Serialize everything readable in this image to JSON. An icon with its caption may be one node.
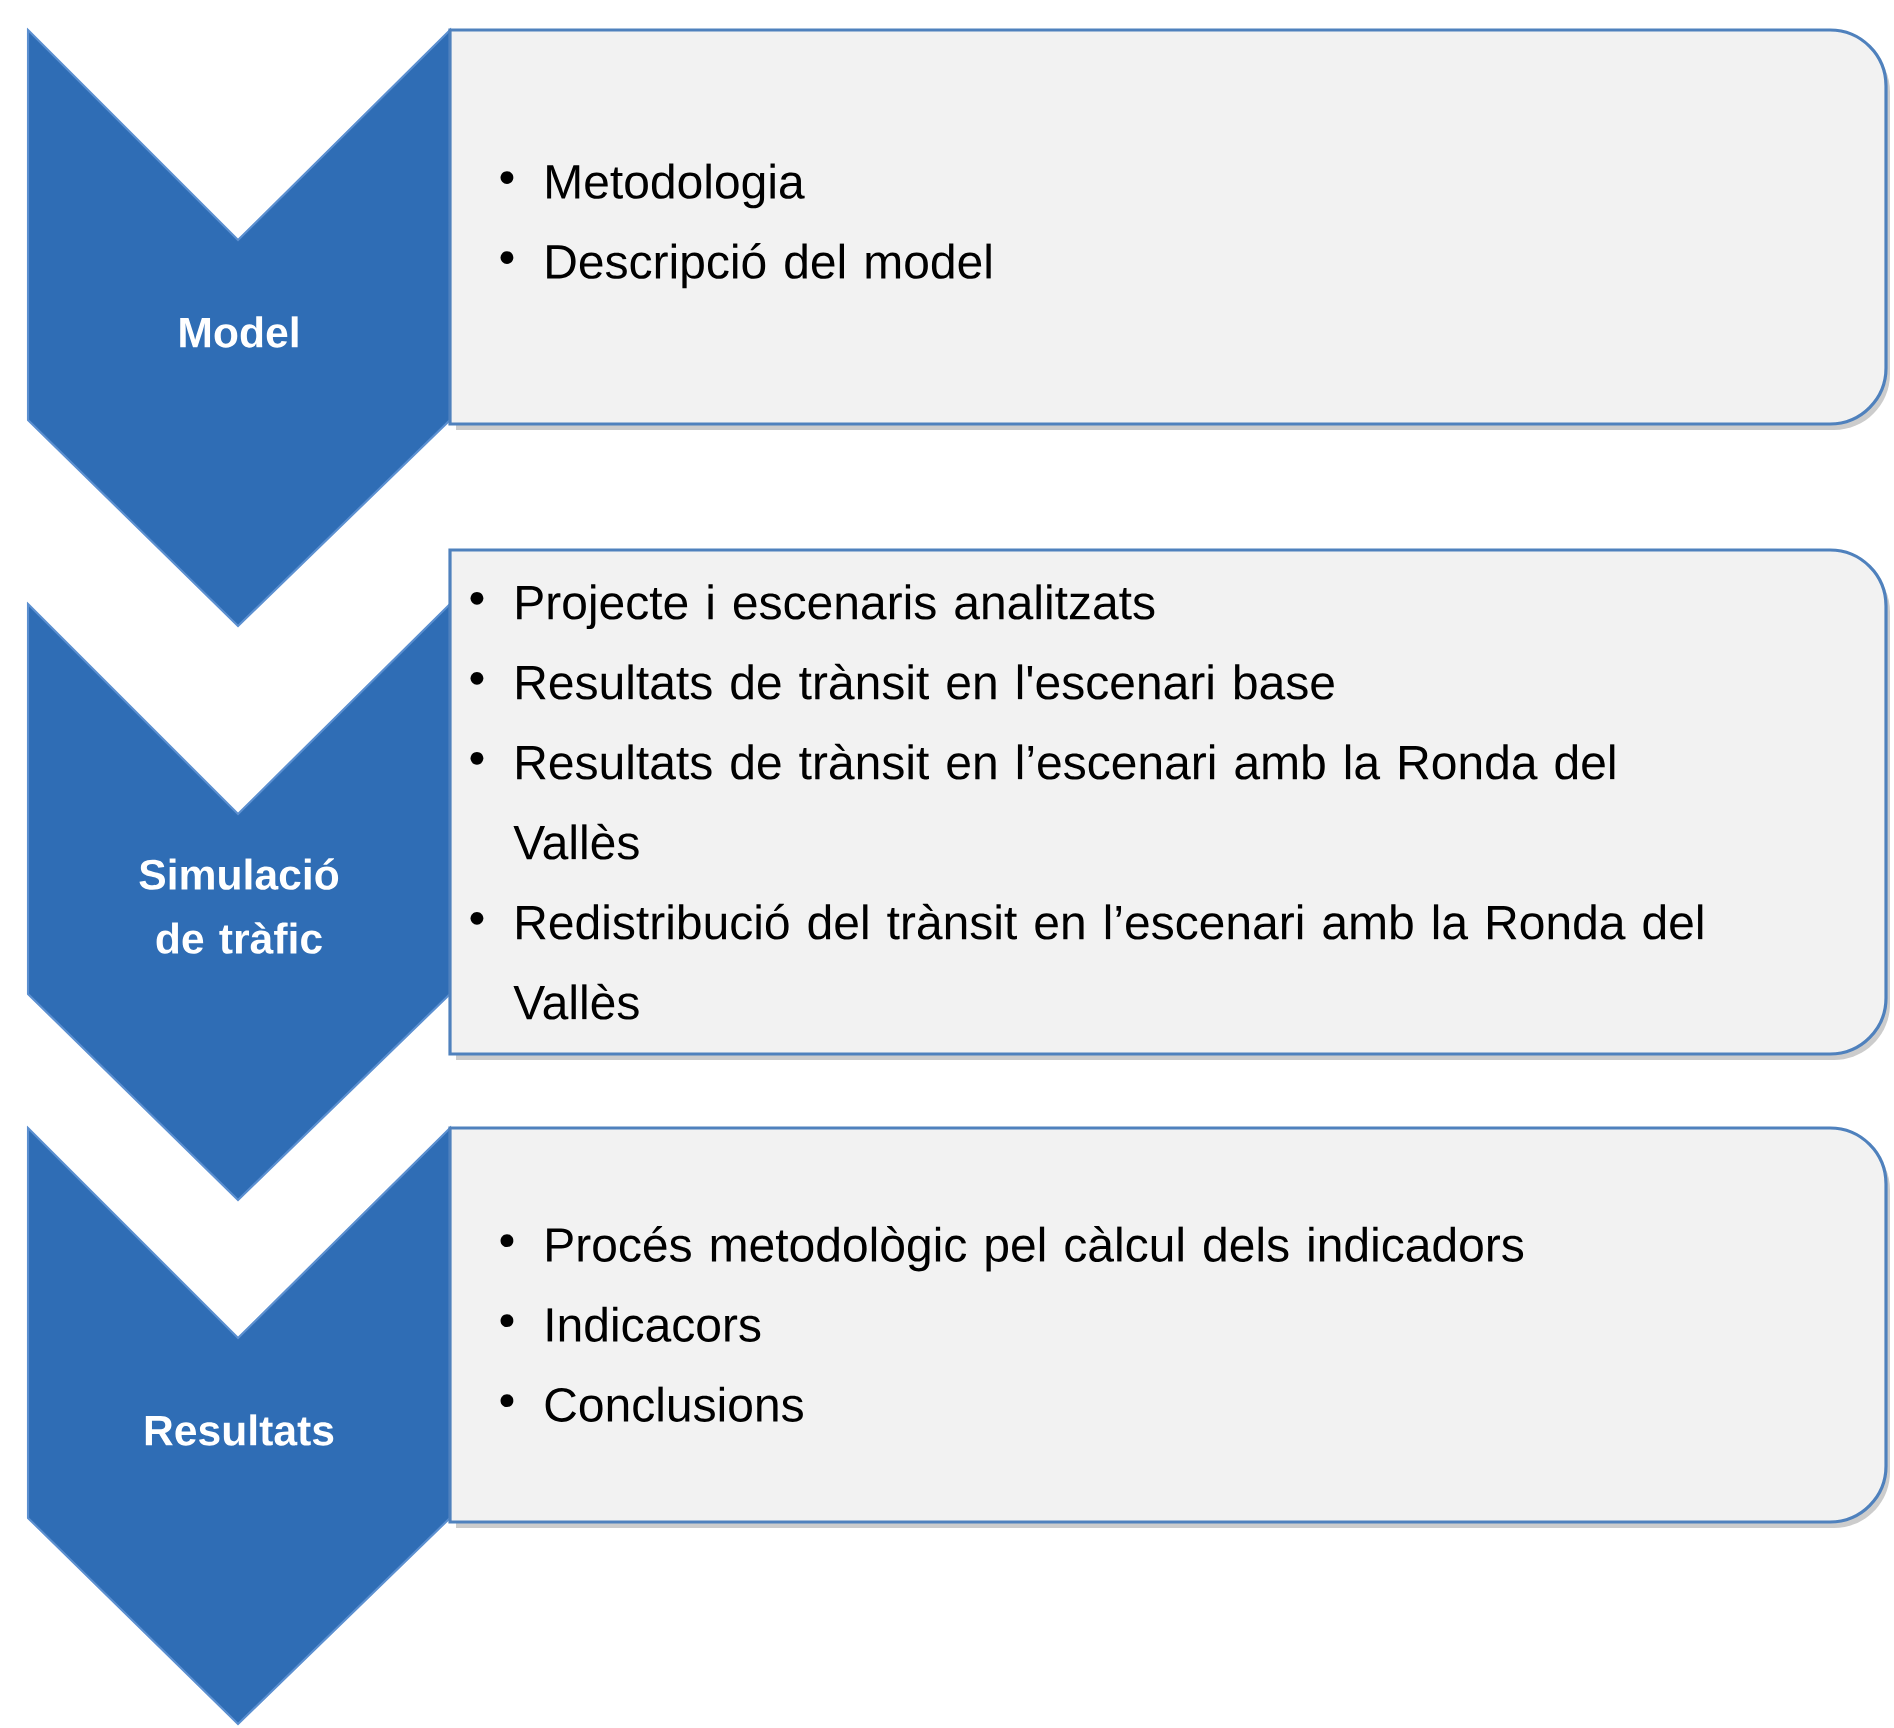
{
  "diagram": {
    "nodes": [
      {
        "text": [
          "Model"
        ]
      },
      {
        "text": [
          "Metodologia",
          "Descripció del model"
        ]
      },
      {
        "text": [
          "Simulació de tràfic"
        ]
      },
      {
        "text": [
          "Projecte i escenaris analitzats",
          "Resultats de trànsit en l'escenari base",
          "Resultats de trànsit en l’escenari amb la Ronda del Vallès",
          "Redistribució del trànsit en l’escenari amb la Ronda del Vallès"
        ]
      },
      {
        "text": [
          "Resultats"
        ]
      },
      {
        "text": [
          "Procés metodològic pel càlcul dels indicadors",
          "Indicacors",
          "Conclusions"
        ]
      }
    ]
  }
}
